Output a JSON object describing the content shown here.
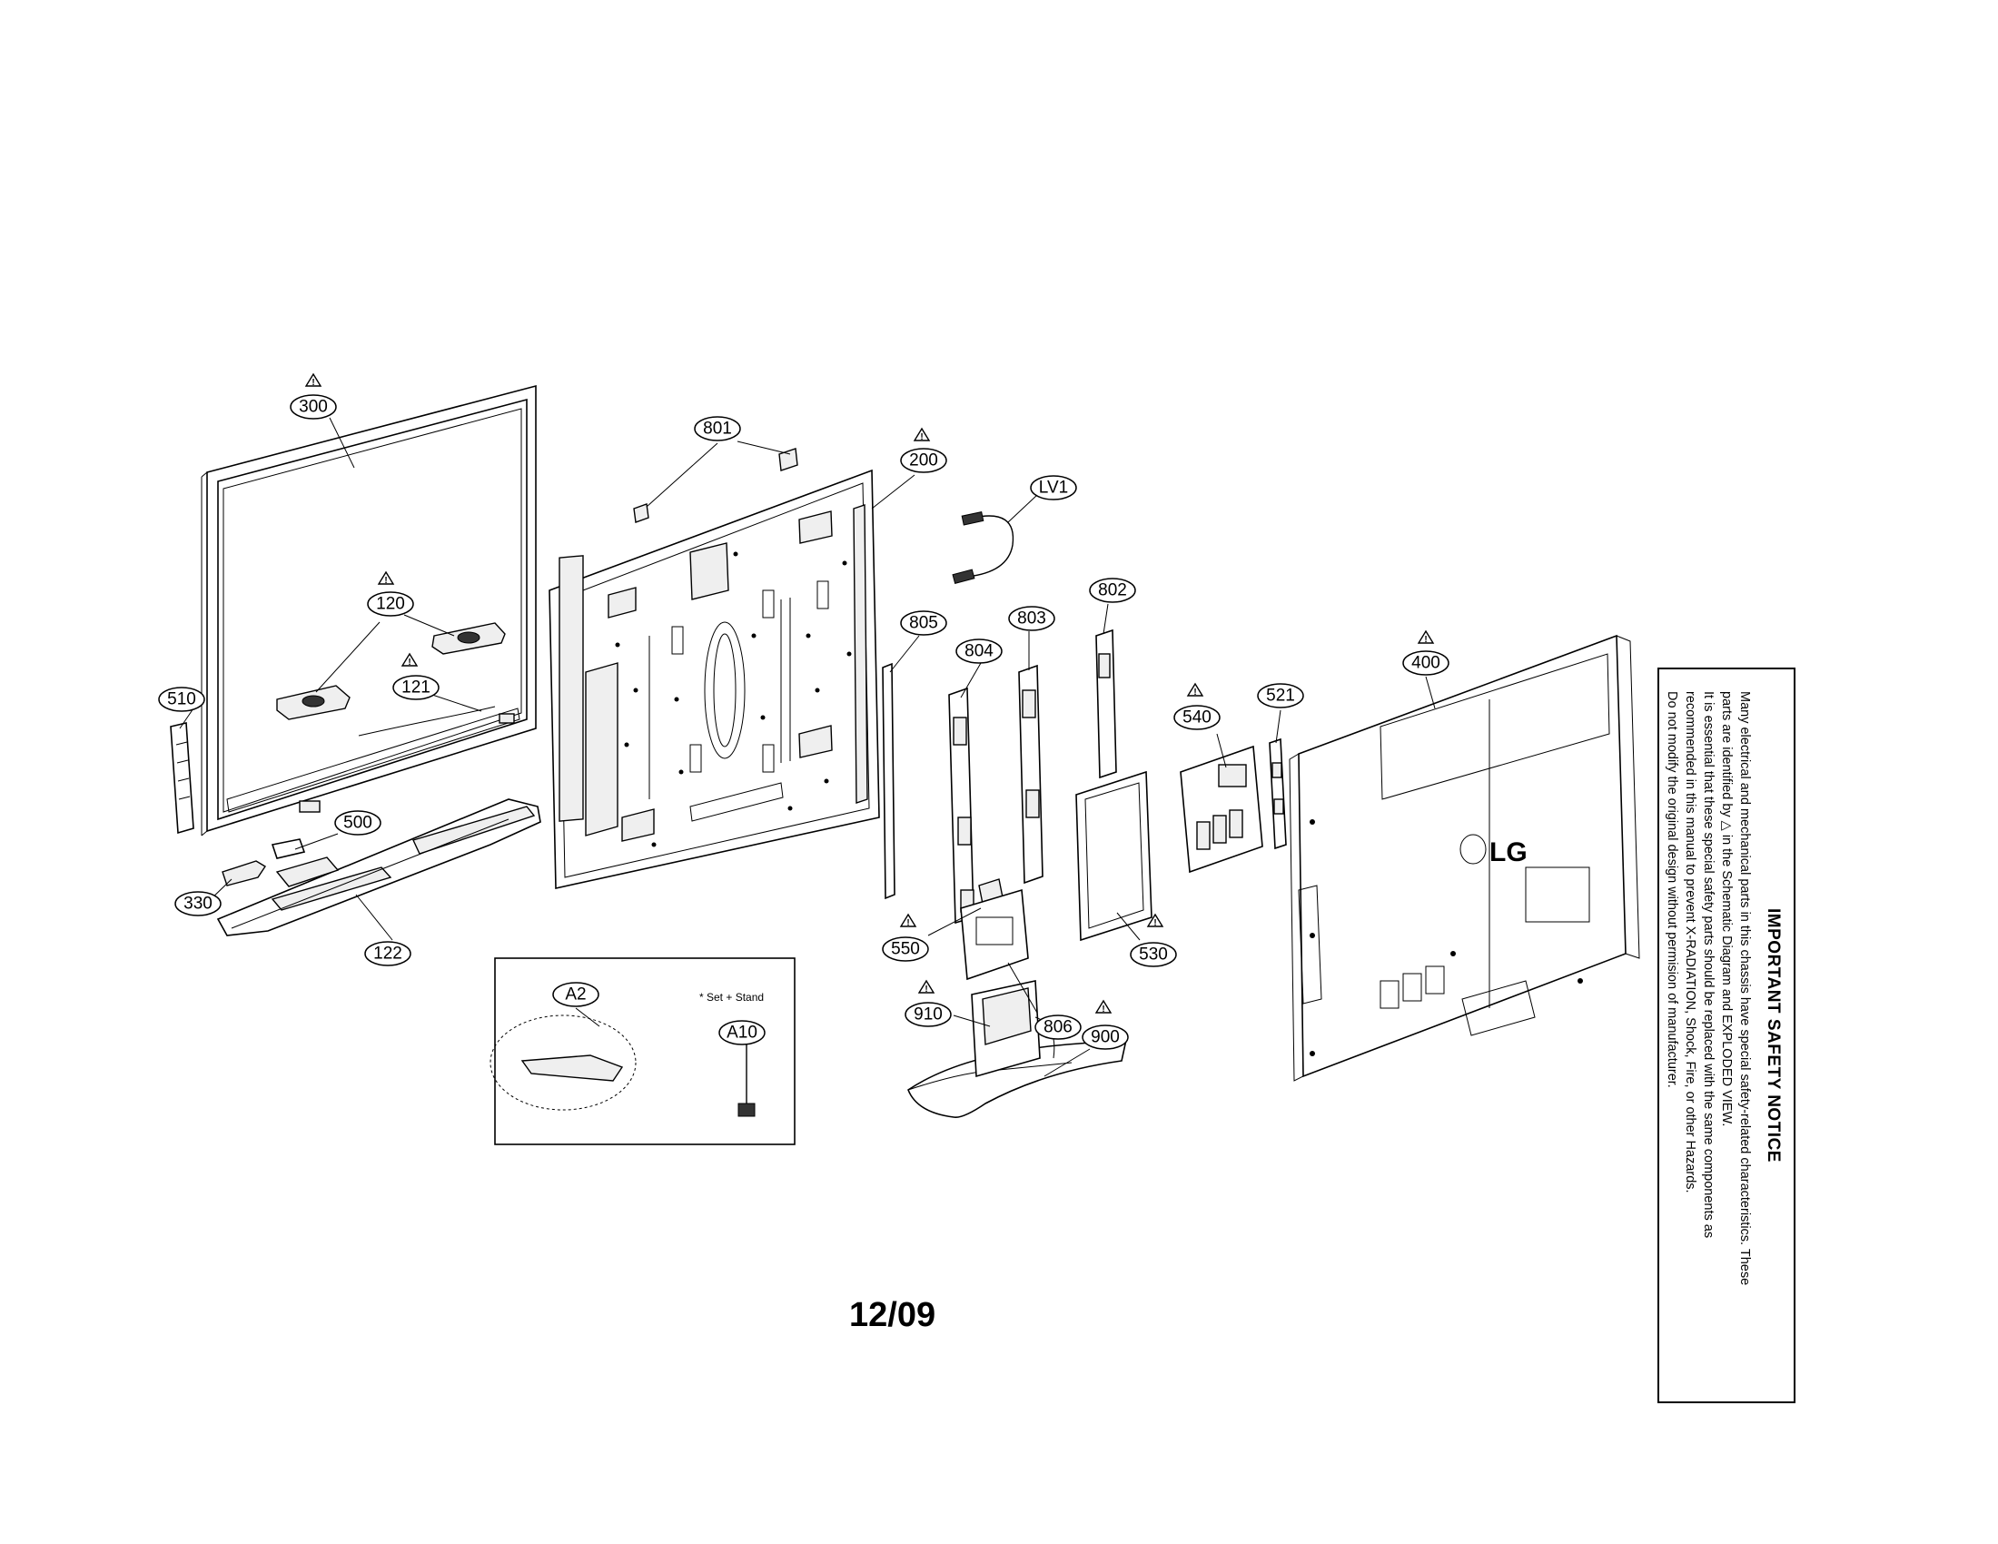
{
  "callouts": {
    "c300": "300",
    "c801": "801",
    "c200": "200",
    "clv1": "LV1",
    "c120": "120",
    "c121": "121",
    "c510": "510",
    "c500": "500",
    "c330": "330",
    "c122": "122",
    "c805": "805",
    "c804": "804",
    "c803": "803",
    "c802": "802",
    "c540": "540",
    "c521": "521",
    "c400": "400",
    "c550": "550",
    "c806": "806",
    "c530": "530",
    "c910": "910",
    "c900": "900",
    "ca2": "A2",
    "ca10": "A10"
  },
  "warning_glyph": "!",
  "inset": {
    "note": "* Set + Stand"
  },
  "logo": "LG",
  "date_label": "12/09",
  "safety_notice": {
    "title": "IMPORTANT SAFETY NOTICE",
    "line1": "Many electrical and mechanical parts in this chassis have special safety-related characteristics. These",
    "line2": "parts are identified by △ in the Schematic Diagram and EXPLODED VIEW.",
    "line3": "It is essential that these special safety parts should be replaced with the same components as",
    "line4": "recommended in this manual to prevent X-RADIATION, Shock, Fire, or other Hazards.",
    "line5": "Do not modify the original design without permision of manufacturer."
  }
}
